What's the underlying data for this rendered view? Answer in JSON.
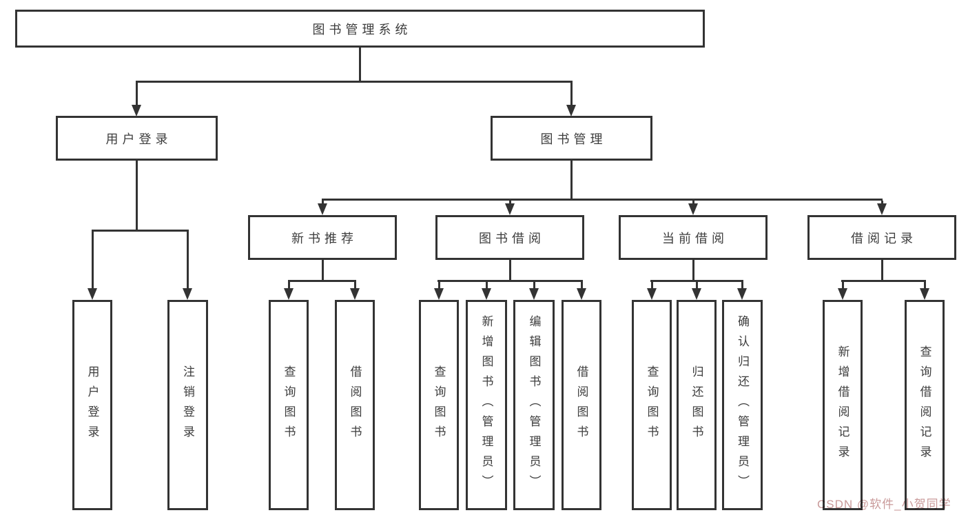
{
  "diagram": {
    "root": "图书管理系统",
    "level2": [
      {
        "label": "用户登录",
        "children": [
          "用户登录",
          "注销登录"
        ]
      },
      {
        "label": "图书管理"
      }
    ],
    "level3": [
      {
        "label": "新书推荐",
        "children": [
          "查询图书",
          "借阅图书"
        ]
      },
      {
        "label": "图书借阅",
        "children": [
          "查询图书",
          "新增图书（管理员）",
          "编辑图书（管理员）",
          "借阅图书"
        ]
      },
      {
        "label": "当前借阅",
        "children": [
          "查询图书",
          "归还图书",
          "确认归还（管理员）"
        ]
      },
      {
        "label": "借阅记录",
        "children": [
          "新增借阅记录",
          "查询借阅记录"
        ]
      }
    ]
  },
  "watermark": "CSDN @软件_小贺同学",
  "colors": {
    "line": "#333333",
    "text": "#3d3d3d",
    "background": "#ffffff",
    "watermark": "#c99a9a"
  }
}
